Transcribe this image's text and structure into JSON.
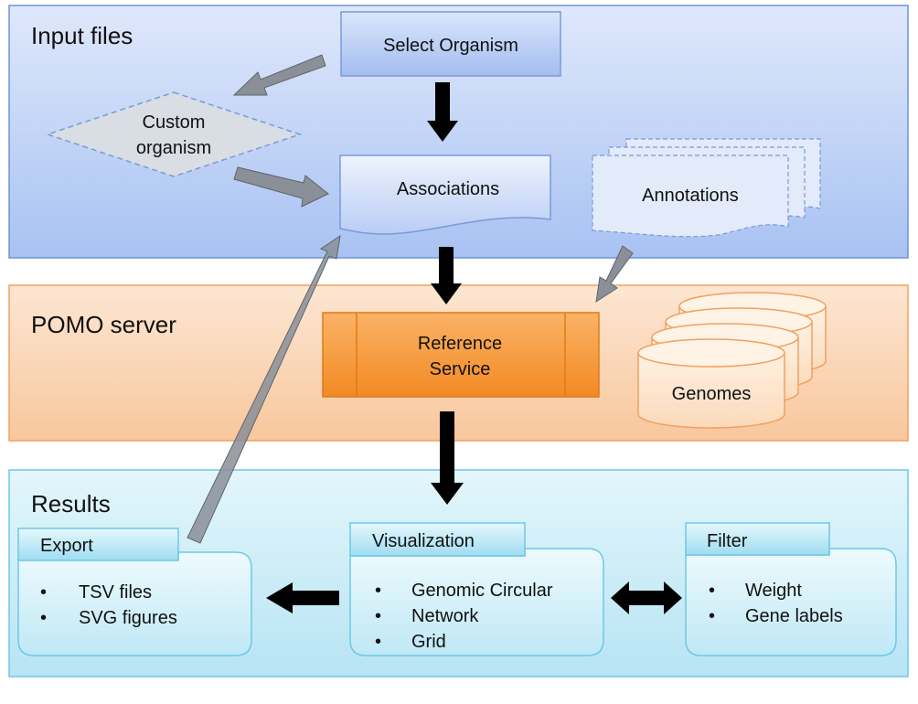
{
  "sections": {
    "input": {
      "title": "Input files"
    },
    "server": {
      "title": "POMO server"
    },
    "results": {
      "title": "Results"
    }
  },
  "nodes": {
    "select_organism": "Select Organism",
    "custom_organism": [
      "Custom",
      "organism"
    ],
    "associations": "Associations",
    "annotations": "Annotations",
    "reference_service": [
      "Reference",
      "Service"
    ],
    "genomes": "Genomes"
  },
  "panels": {
    "export": {
      "title": "Export",
      "items": [
        "TSV files",
        "SVG figures"
      ]
    },
    "visualization": {
      "title": "Visualization",
      "items": [
        "Genomic Circular",
        "Network",
        "Grid"
      ]
    },
    "filter": {
      "title": "Filter",
      "items": [
        "Weight",
        "Gene labels"
      ]
    }
  },
  "bullet": "•",
  "colors": {
    "input_bg": "#c6d7f7",
    "server_bg": "#fbd7b8",
    "results_bg": "#cfeef8",
    "reference_service": "#f7962f"
  }
}
